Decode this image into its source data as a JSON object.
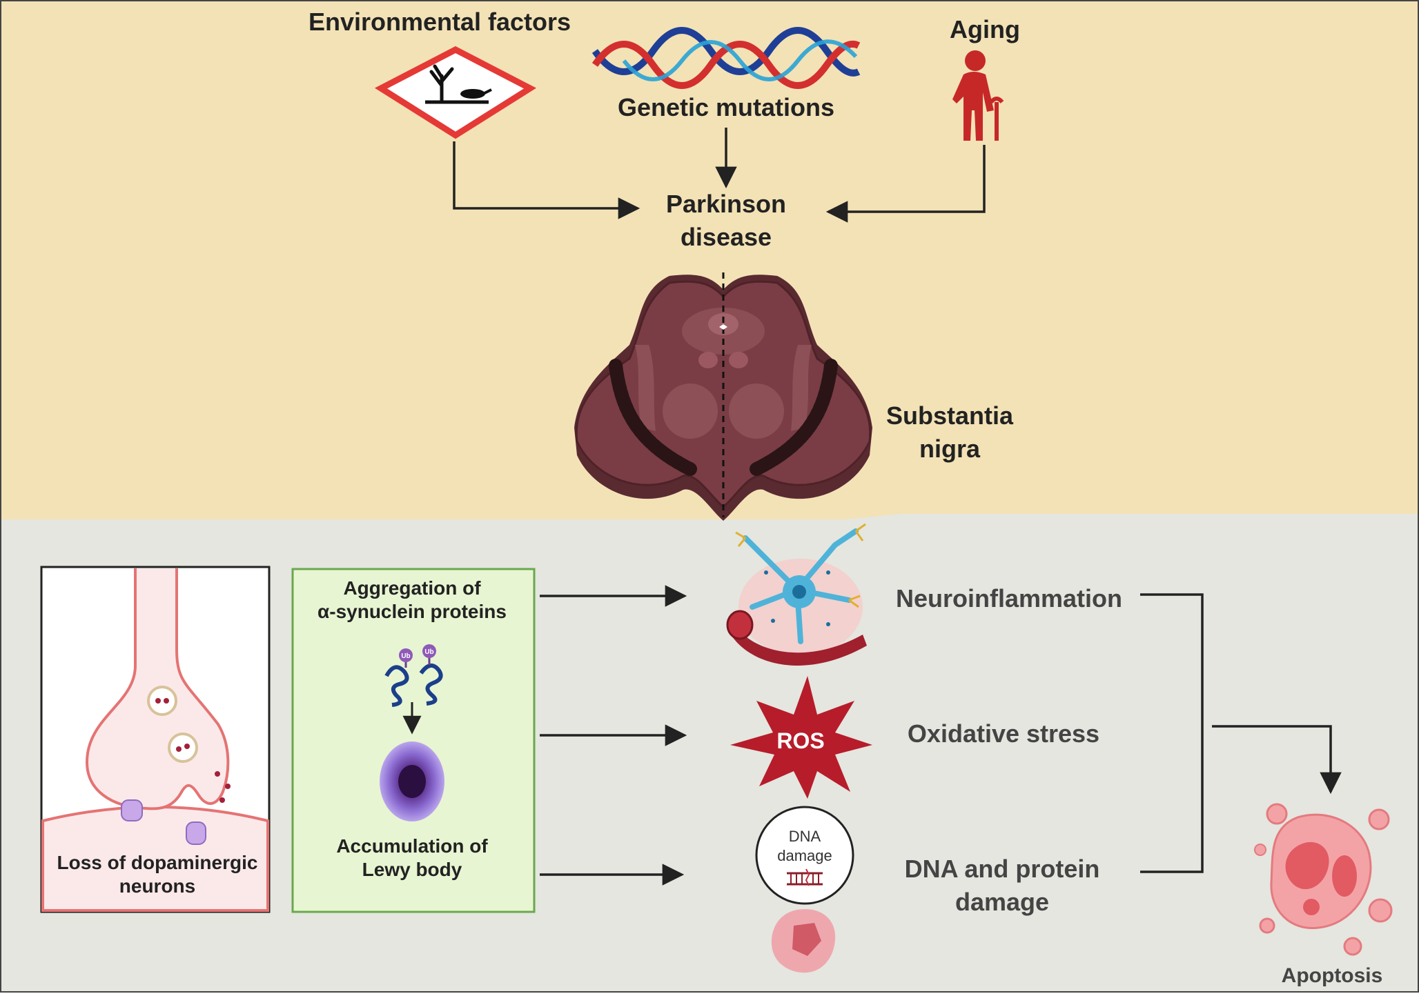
{
  "top": {
    "environmental": "Environmental factors",
    "genetic": "Genetic mutations",
    "aging": "Aging",
    "parkinson_line1": "Parkinson",
    "parkinson_line2": "disease",
    "substantia_line1": "Substantia",
    "substantia_line2": "nigra"
  },
  "neuron_panel": {
    "label_line1": "Loss of dopaminergic",
    "label_line2": "neurons"
  },
  "synuclein_panel": {
    "title_line1": "Aggregation of",
    "title_line2": "α-synuclein proteins",
    "ub": "Ub",
    "bottom_line1": "Accumulation of",
    "bottom_line2": "Lewy body"
  },
  "effects": {
    "neuroinflammation": "Neuroinflammation",
    "ros": "ROS",
    "oxidative": "Oxidative stress",
    "dna_badge_line1": "DNA",
    "dna_badge_line2": "damage",
    "dna_line1": "DNA and protein",
    "dna_line2": "damage",
    "apoptosis": "Apoptosis"
  },
  "colors": {
    "top_bg": "#f3e2b6",
    "bottom_bg": "#e4e6df",
    "brain": "#7a3d45",
    "brain_dark": "#5a2a31",
    "hazard_red": "#e53935",
    "aging_red": "#c62828",
    "green_box": "#e8f5d2",
    "ros_red": "#b71c2a"
  }
}
